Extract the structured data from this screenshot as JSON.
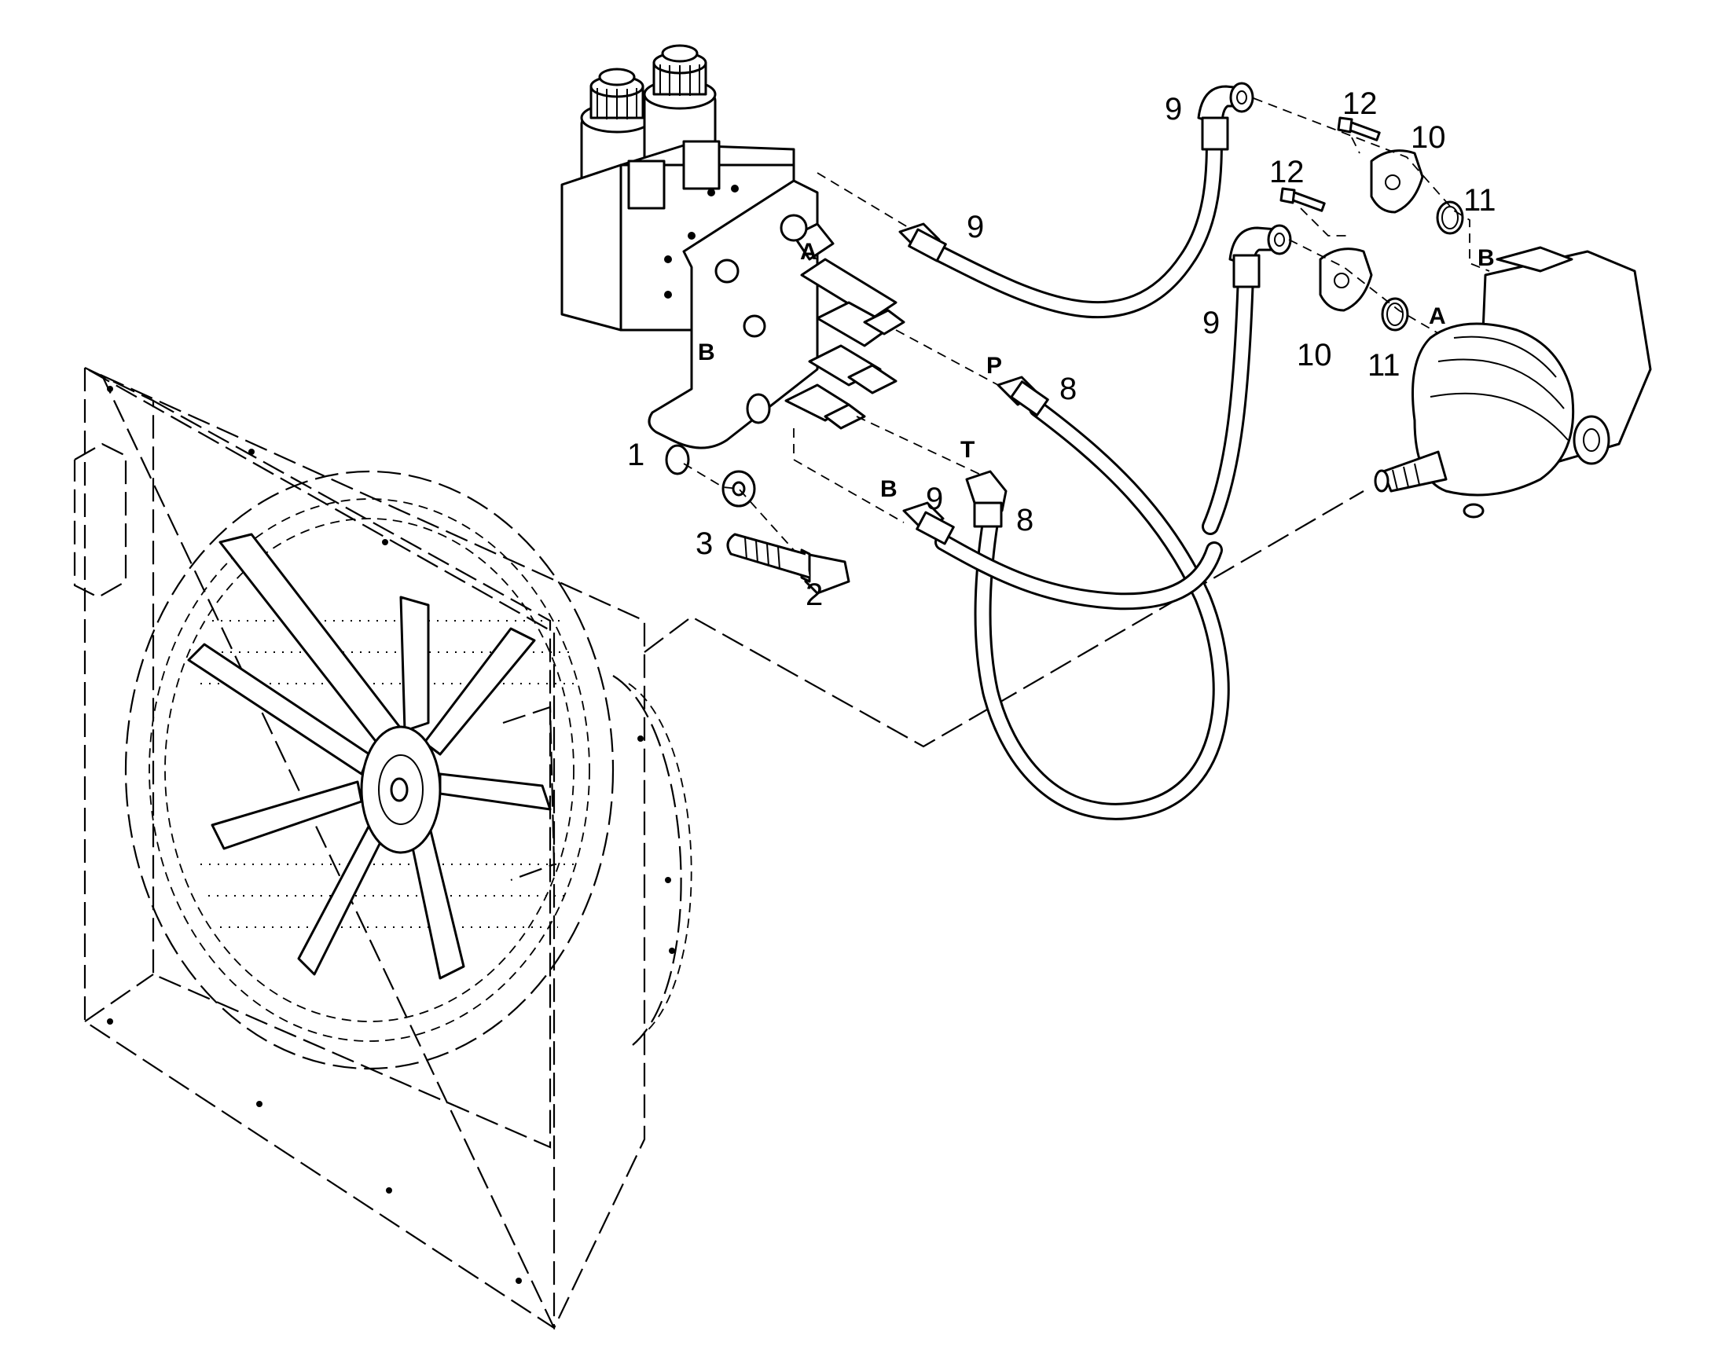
{
  "colors": {
    "line": "#000000",
    "background": "#ffffff"
  },
  "callouts": {
    "c1": "1",
    "c2": "2",
    "c3": "3",
    "c8_upper": "8",
    "c8_lower": "8",
    "c9_top": "9",
    "c9_mid": "9",
    "c9_right": "9",
    "c9_lower": "9",
    "c10_upper": "10",
    "c10_lower": "10",
    "c11_upper": "11",
    "c11_lower": "11",
    "c12_upper": "12",
    "c12_lower": "12"
  },
  "ports": {
    "valve_a": "A",
    "valve_b": "B",
    "line_p": "P",
    "line_t": "T",
    "line_b": "B",
    "motor_a": "A",
    "motor_b": "B"
  }
}
